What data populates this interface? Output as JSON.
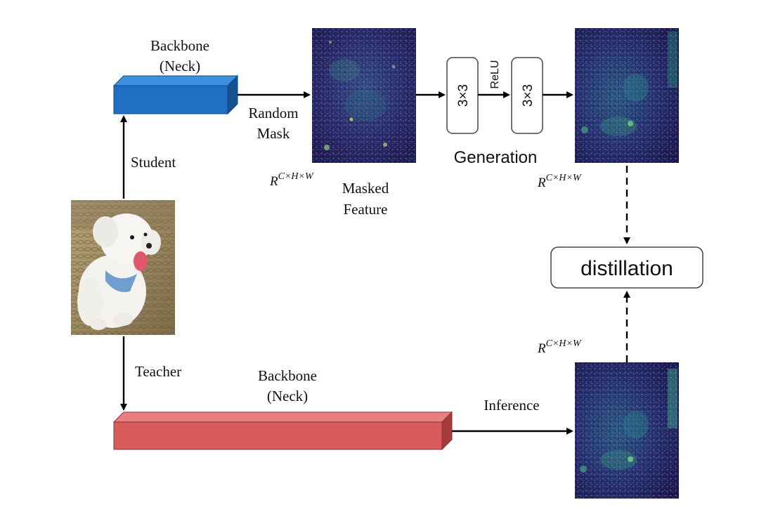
{
  "labels": {
    "student_backbone_line1": "Backbone",
    "student_backbone_line2": "(Neck)",
    "random_mask_line1": "Random",
    "random_mask_line2": "Mask",
    "student": "Student",
    "teacher": "Teacher",
    "masked_feature_line1": "Masked",
    "masked_feature_line2": "Feature",
    "conv1": "3×3",
    "conv2": "3×3",
    "relu": "ReLU",
    "generation": "Generation",
    "dim_masked": "R",
    "dim_masked_sup": "C×H×W",
    "dim_generated": "R",
    "dim_generated_sup": "C×H×W",
    "dim_teacher": "R",
    "dim_teacher_sup": "C×H×W",
    "distillation": "distillation",
    "teacher_backbone_line1": "Backbone",
    "teacher_backbone_line2": "(Neck)",
    "inference": "Inference"
  },
  "colors": {
    "student_block_front": "#1f6fc4",
    "student_block_top": "#3f8fe0",
    "student_block_side": "#15528f",
    "teacher_block_front": "#d95b5b",
    "teacher_block_top": "#e88080",
    "teacher_block_side": "#a53b3b",
    "feature_bg": "#2f1e5e",
    "feature_mid": "#2a6f8e",
    "feature_hi": "#32b47e"
  },
  "icons": {
    "input_image": "poodle-photo"
  }
}
